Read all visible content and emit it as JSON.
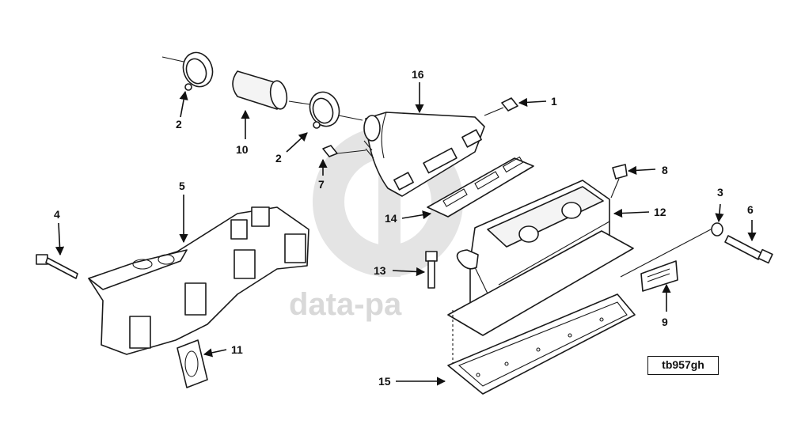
{
  "diagram": {
    "reference_code": "tb957gh",
    "watermark": "data-pa",
    "callouts": [
      {
        "id": "c1",
        "label": "1"
      },
      {
        "id": "c2a",
        "label": "2"
      },
      {
        "id": "c2b",
        "label": "2"
      },
      {
        "id": "c3",
        "label": "3"
      },
      {
        "id": "c4",
        "label": "4"
      },
      {
        "id": "c5",
        "label": "5"
      },
      {
        "id": "c6",
        "label": "6"
      },
      {
        "id": "c7",
        "label": "7"
      },
      {
        "id": "c8",
        "label": "8"
      },
      {
        "id": "c9",
        "label": "9"
      },
      {
        "id": "c10",
        "label": "10"
      },
      {
        "id": "c11",
        "label": "11"
      },
      {
        "id": "c12",
        "label": "12"
      },
      {
        "id": "c13",
        "label": "13"
      },
      {
        "id": "c14",
        "label": "14"
      },
      {
        "id": "c15",
        "label": "15"
      },
      {
        "id": "c16",
        "label": "16"
      }
    ]
  }
}
